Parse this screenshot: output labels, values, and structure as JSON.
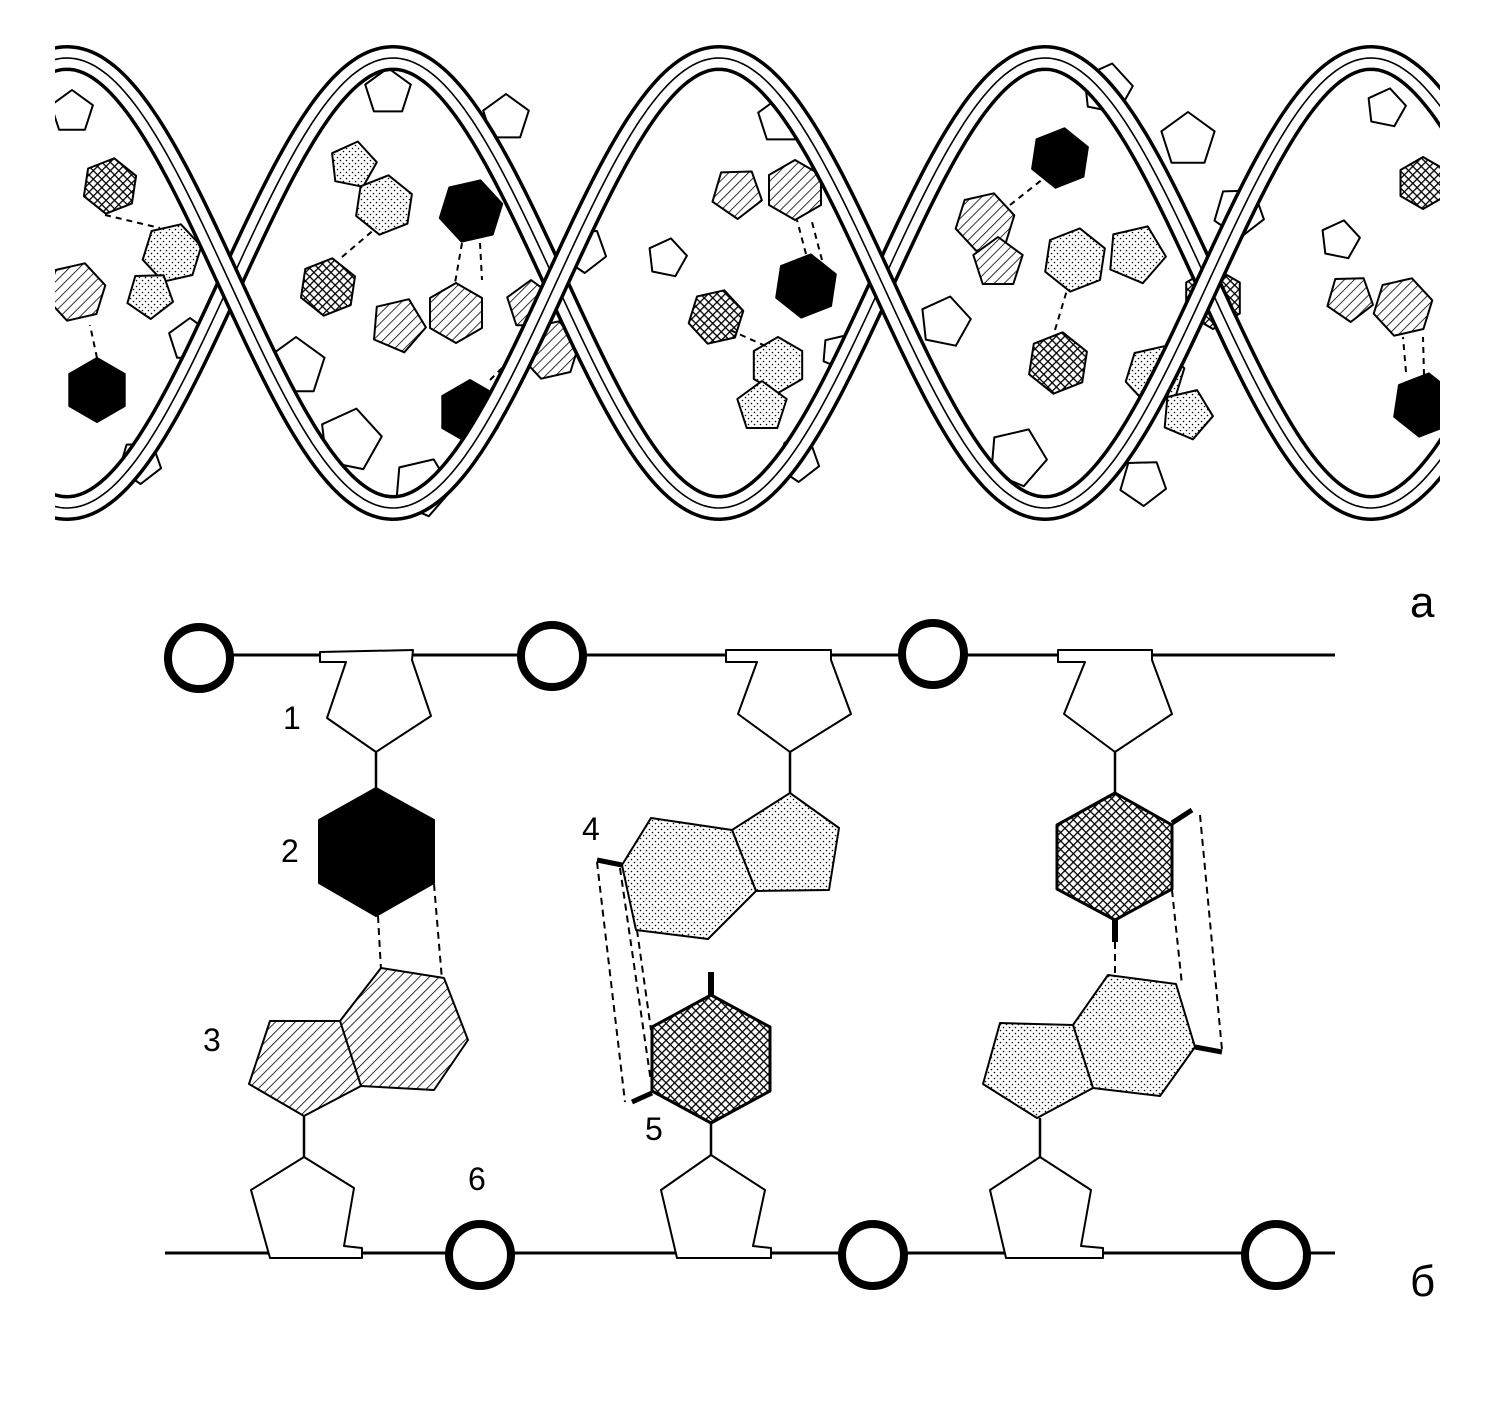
{
  "figure": {
    "panels": {
      "a": {
        "label": "а"
      },
      "b": {
        "label": "б"
      }
    },
    "part_labels": [
      "1",
      "2",
      "3",
      "4",
      "5",
      "6"
    ]
  },
  "colors": {
    "ink": "#000000",
    "paper": "#ffffff"
  }
}
